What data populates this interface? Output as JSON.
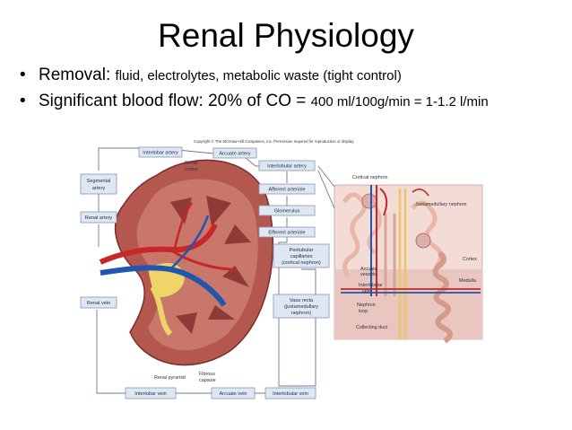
{
  "slide": {
    "title": "Renal Physiology",
    "bullets": [
      {
        "marker": "•",
        "label": "Removal:",
        "text": "fluid, electrolytes, metabolic waste (tight control)"
      },
      {
        "marker": "•",
        "label": "Significant blood flow:",
        "text": "20% of CO = ",
        "text_small": "400 ml/100g/min = 1-1.2 l/min"
      }
    ]
  },
  "figure": {
    "copyright": "Copyright © The McGraw-Hill Companies, Inc. Permission required for reproduction or display.",
    "boxes": {
      "interlobar_artery": "Interlobar artery",
      "arcuate_artery": "Arcuate artery",
      "interlobular_artery": "Interlobular artery",
      "segmental_artery_1": "Segmental",
      "segmental_artery_2": "artery",
      "renal_artery": "Renal artery",
      "afferent_arteriole": "Afferent arteriole",
      "glomerulus": "Glomerulus",
      "efferent_arteriole": "Efferent arteriole",
      "peritubular_1": "Peritubular",
      "peritubular_2": "capillaries",
      "peritubular_3": "(cortical nephron)",
      "vasa_recta_1": "Vasa recta",
      "vasa_recta_2": "(juxtamedullary",
      "vasa_recta_3": "nephron)",
      "renal_vein": "Renal vein",
      "interlobar_vein": "Interlobar vein",
      "arcuate_vein": "Arcuate vein",
      "interlobular_vein": "Interlobular vein"
    },
    "labels": {
      "renal_cortex_1": "Renal",
      "renal_cortex_2": "cortex",
      "renal_pyramid": "Renal pyramid",
      "fibrous_capsule_1": "Fibrous",
      "fibrous_capsule_2": "capsule",
      "cortical_nephron": "Cortical nephron",
      "juxtamedullary_nephron": "Juxtamedullary nephron",
      "cortex": "Cortex",
      "medulla": "Medulla",
      "arcuate_vessels_1": "Arcuate",
      "arcuate_vessels_2": "vessels",
      "interlobular_vein_1": "Interlobular",
      "interlobular_vein_2": "vein",
      "nephron_loop_1": "Nephron",
      "nephron_loop_2": "loop",
      "collecting_duct": "Collecting duct"
    },
    "colors": {
      "artery": "#c62828",
      "vein": "#1f56b0",
      "kidney_cortex": "#b4574f",
      "kidney_medulla": "#8e3a36",
      "box_fill": "#dfe7f2",
      "tissue": "#f3dcd6"
    }
  }
}
